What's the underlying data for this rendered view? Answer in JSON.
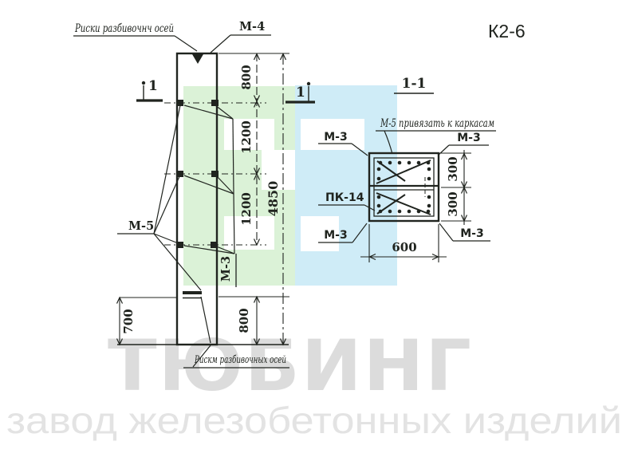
{
  "drawing_number": "К2-6",
  "colors": {
    "ink": "#20241f",
    "logo_green": "#dbf2d7",
    "logo_cyan": "#cfecf7",
    "white": "#ffffff",
    "watermark_bold": "#dcdcdc",
    "watermark_light": "#e3e3e3"
  },
  "watermark": {
    "brand": "ТЮБИНГ",
    "tagline": "завод железобетонных изделий"
  },
  "elevation": {
    "section_mark": "1",
    "labels": {
      "axis_marks_top": "Риски разбивочнч осей",
      "m4": "М-4",
      "m5": "М-5",
      "m3": "М-3",
      "axis_marks_bottom": "Рискм разбивочных осей"
    },
    "dims": {
      "top_offset": "800",
      "spacing_1": "1200",
      "spacing_2": "1200",
      "total_length": "4850",
      "bottom_left": "700",
      "bottom_right": "800"
    }
  },
  "section": {
    "title": "1-1",
    "labels": {
      "tie_note": "М-5 привязать к каркасам",
      "m3_top_left": "М-3",
      "m3_top_right": "М-3",
      "m3_bottom_left": "М-3",
      "m3_bottom_right": "М-3",
      "pk14": "ПК-14"
    },
    "dims": {
      "upper_half": "300",
      "lower_half": "300",
      "width": "600"
    }
  }
}
